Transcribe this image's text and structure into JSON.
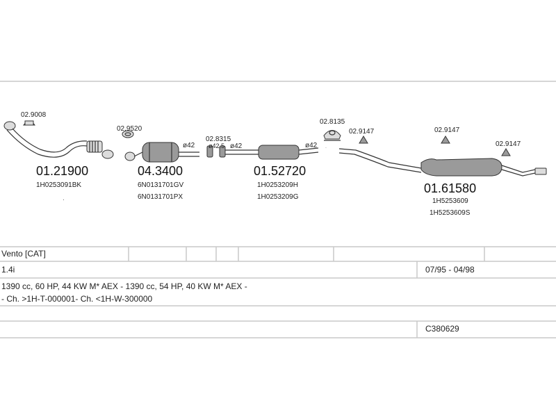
{
  "parts": [
    {
      "part_number": "01.21900",
      "oe_codes": [
        "1H0253091BK"
      ]
    },
    {
      "part_number": "04.3400",
      "oe_codes": [
        "6N0131701GV",
        "6N0131701PX"
      ]
    },
    {
      "part_number": "01.52720",
      "oe_codes": [
        "1H0253209H",
        "1H0253209G"
      ]
    },
    {
      "part_number": "01.61580",
      "oe_codes": [
        "1H5253609",
        "1H5253609S"
      ]
    }
  ],
  "accessories": [
    "02.9008",
    "02.9520",
    "02.8315",
    "02.8135",
    "02.9147",
    "02.9147",
    "02.9147"
  ],
  "pipe_diameters": [
    "ø42",
    "ø42.5",
    "ø42",
    "ø42",
    "ø42"
  ],
  "table": {
    "model": "Vento  [CAT]",
    "engine": "1.4i",
    "years": "07/95 - 04/98",
    "specs": "1390 cc, 60 HP, 44 KW M* AEX - 1390 cc, 54 HP, 40 KW M* AEX -",
    "chassis": "- Ch. >1H-T-000001- Ch. <1H-W-300000",
    "catalog_code": "C380629"
  }
}
